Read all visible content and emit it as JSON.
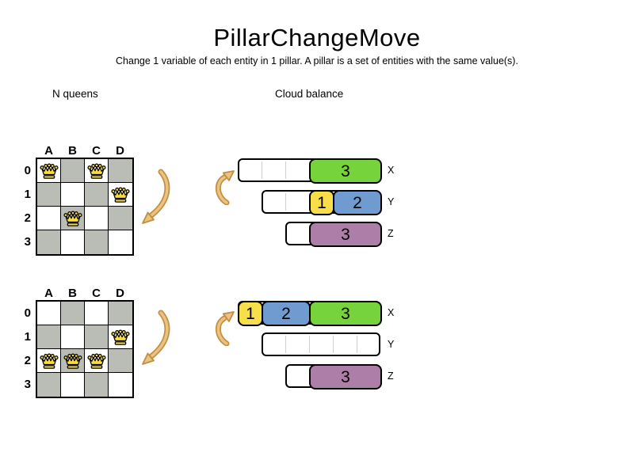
{
  "title": "PillarChangeMove",
  "subtitle": "Change 1 variable of each entity in 1 pillar. A pillar is a set of entities with the same value(s).",
  "sections": {
    "n_queens_label": "N queens",
    "cloud_balance_label": "Cloud balance"
  },
  "colors": {
    "board_gray": "#babdb6",
    "board_white": "#ffffff",
    "block_green": "#77d33c",
    "block_yellow": "#f8de48",
    "block_blue": "#6f9bd1",
    "block_purple": "#ad7fa8",
    "queen_gold": "#fcdb3a",
    "arrow_fill": "#ecc182",
    "arrow_outline": "#bf8f3f"
  },
  "icons": {
    "queen": "queen-crown-icon",
    "down_arrow": "curved-arrow-down-icon",
    "up_arrow": "curved-arrow-up-icon"
  },
  "boards": [
    {
      "id": "before",
      "columns": [
        "A",
        "B",
        "C",
        "D"
      ],
      "rows": [
        "0",
        "1",
        "2",
        "3"
      ],
      "queens": [
        "A0",
        "C0",
        "D1",
        "B2"
      ]
    },
    {
      "id": "after",
      "columns": [
        "A",
        "B",
        "C",
        "D"
      ],
      "rows": [
        "0",
        "1",
        "2",
        "3"
      ],
      "queens": [
        "D1",
        "A2",
        "B2",
        "C2"
      ]
    }
  ],
  "bar_groups": [
    {
      "id": "before",
      "bars": [
        {
          "label": "X",
          "capacity": 6,
          "segments": [
            {
              "value": "3",
              "color": "block_green",
              "start": 3,
              "span": 3
            }
          ]
        },
        {
          "label": "Y",
          "capacity": 5,
          "segments": [
            {
              "value": "1",
              "color": "block_yellow",
              "start": 2,
              "span": 1
            },
            {
              "value": "2",
              "color": "block_blue",
              "start": 3,
              "span": 2
            }
          ]
        },
        {
          "label": "Z",
          "capacity": 4,
          "segments": [
            {
              "value": "3",
              "color": "block_purple",
              "start": 1,
              "span": 3
            }
          ]
        }
      ]
    },
    {
      "id": "after",
      "bars": [
        {
          "label": "X",
          "capacity": 6,
          "segments": [
            {
              "value": "1",
              "color": "block_yellow",
              "start": 0,
              "span": 1
            },
            {
              "value": "2",
              "color": "block_blue",
              "start": 1,
              "span": 2
            },
            {
              "value": "3",
              "color": "block_green",
              "start": 3,
              "span": 3
            }
          ]
        },
        {
          "label": "Y",
          "capacity": 5,
          "segments": []
        },
        {
          "label": "Z",
          "capacity": 4,
          "segments": [
            {
              "value": "3",
              "color": "block_purple",
              "start": 1,
              "span": 3
            }
          ]
        }
      ]
    }
  ]
}
